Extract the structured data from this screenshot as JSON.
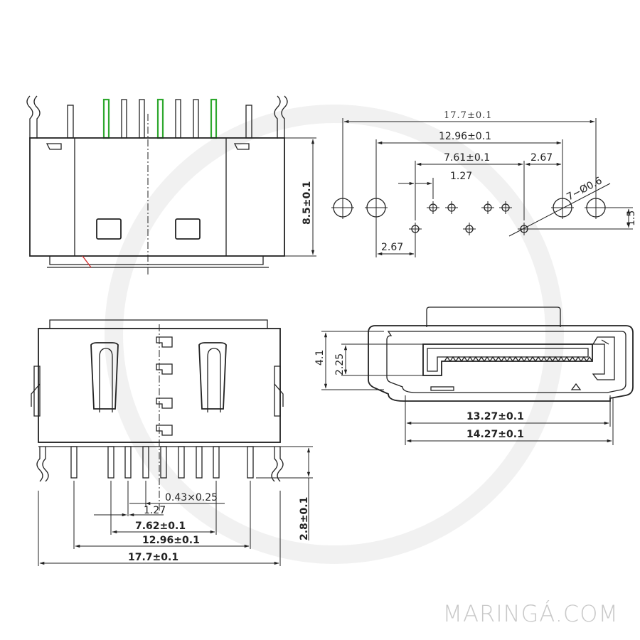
{
  "watermark": "MARINGÁ.COM",
  "top_right_view": {
    "dim_overall": "17.7±0.1",
    "dim_pitch_outer": "12.96±0.1",
    "dim_pitch_inner": "7.61±0.1",
    "dim_right_offset": "2.67",
    "dim_pin_pitch": "1.27",
    "dim_holes": "7−Ø0.6",
    "dim_row_offset": "1.5",
    "dim_left_offset": "2.67"
  },
  "top_left_view": {
    "dim_height": "8.5±0.1"
  },
  "bottom_left_view": {
    "dim_pin_size": "0.43×0.25",
    "dim_pitch": "1.27",
    "dim_span_inner": "7.62±0.1",
    "dim_span_outer": "12.96±0.1",
    "dim_overall": "17.7±0.1",
    "dim_pin_length": "2.8±0.1"
  },
  "bottom_right_view": {
    "dim_opening_height": "4.1",
    "dim_tongue_height": "2.25",
    "dim_opening_width": "13.27±0.1",
    "dim_body_width": "14.27±0.1"
  }
}
